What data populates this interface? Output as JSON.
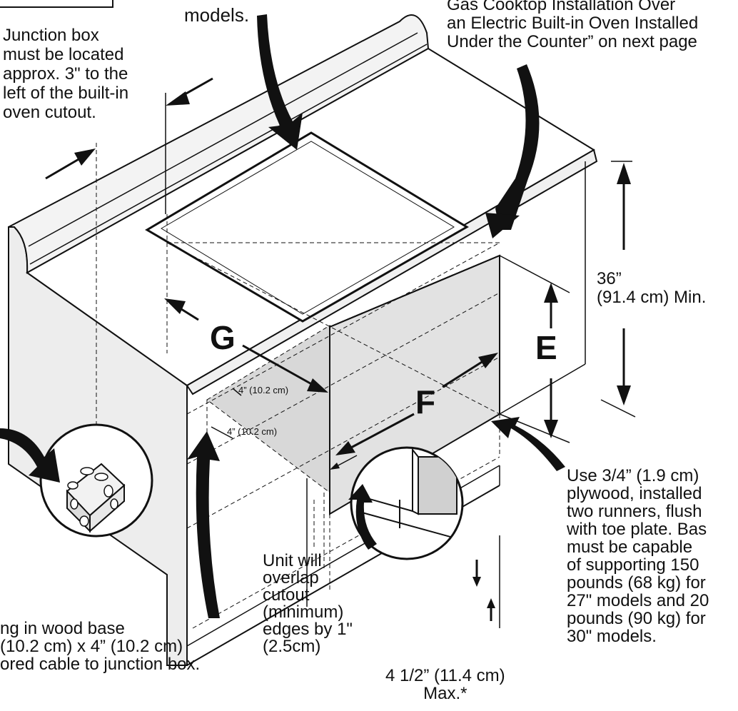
{
  "labels": {
    "models_top": "models.",
    "gas_note": "Gas Cooktop Installation Over\nan Electric Built-in Oven Installed\nUnder the Counter” on next page",
    "junction_note": "Junction box\nmust be located\napprox. 3\" to the\nleft of the built-in\noven cutout.",
    "height": "36”\n(91.4 cm) Min.",
    "letter_g": "G",
    "letter_e": "E",
    "letter_f": "F",
    "dim_4a": "4” (10.2 cm)",
    "dim_4b": "4” (10.2 cm)",
    "plywood_note": "Use 3/4” (1.9 cm)\nplywood, installed\ntwo runners, flush\nwith toe plate. Bas\nmust be capable\nof supporting 150\npounds (68 kg) for\n27\" models and 20\npounds (90 kg) for\n30\" models.",
    "overlap_note": "Unit will\noverlap\ncutout\n(minimum)\nedges by 1\"\n(2.5cm)",
    "max_note": "4 1/2” (11.4 cm)\nMax.*",
    "wood_base_note": "ng in wood base\n(10.2 cm) x 4” (10.2 cm)\nored cable to junction box."
  }
}
